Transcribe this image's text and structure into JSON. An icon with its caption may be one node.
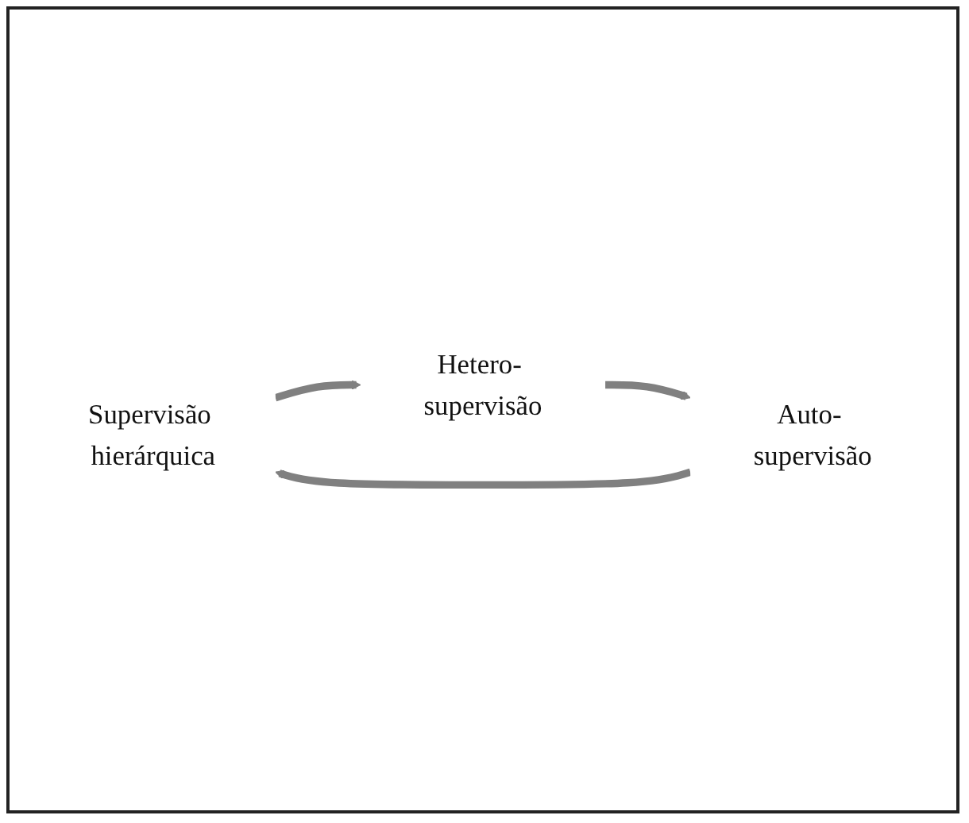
{
  "diagram": {
    "nodes": [
      {
        "text": [
          "Supervisão hierárquica"
        ]
      },
      {
        "text": [
          "Hetero- supervisão"
        ]
      },
      {
        "text": [
          "Auto- supervisão"
        ]
      }
    ],
    "edges": [
      {
        "from": 0,
        "to": 1,
        "arrow": "to"
      },
      {
        "from": 1,
        "to": 2,
        "arrow": "to"
      },
      {
        "from": 2,
        "to": 0,
        "arrow": "to"
      }
    ]
  }
}
